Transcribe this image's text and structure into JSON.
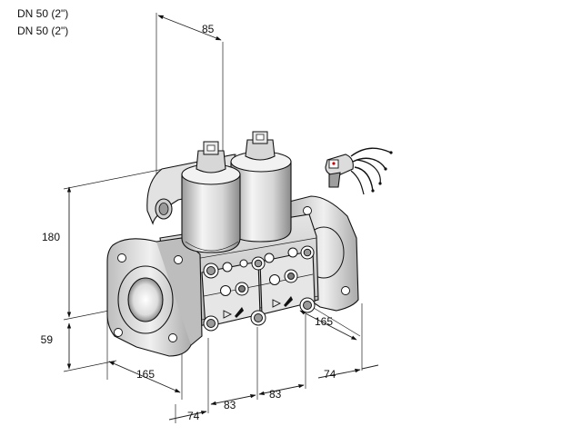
{
  "titles": [
    "DN 50 (2\")",
    "DN 50 (2\")"
  ],
  "dimensions": {
    "top_width": "85",
    "height": "180",
    "flange_offset": "59",
    "flange_left": "165",
    "flange_right": "165",
    "depth_left": "74",
    "depth_right": "74",
    "spacing_1": "83",
    "spacing_2": "83"
  }
}
